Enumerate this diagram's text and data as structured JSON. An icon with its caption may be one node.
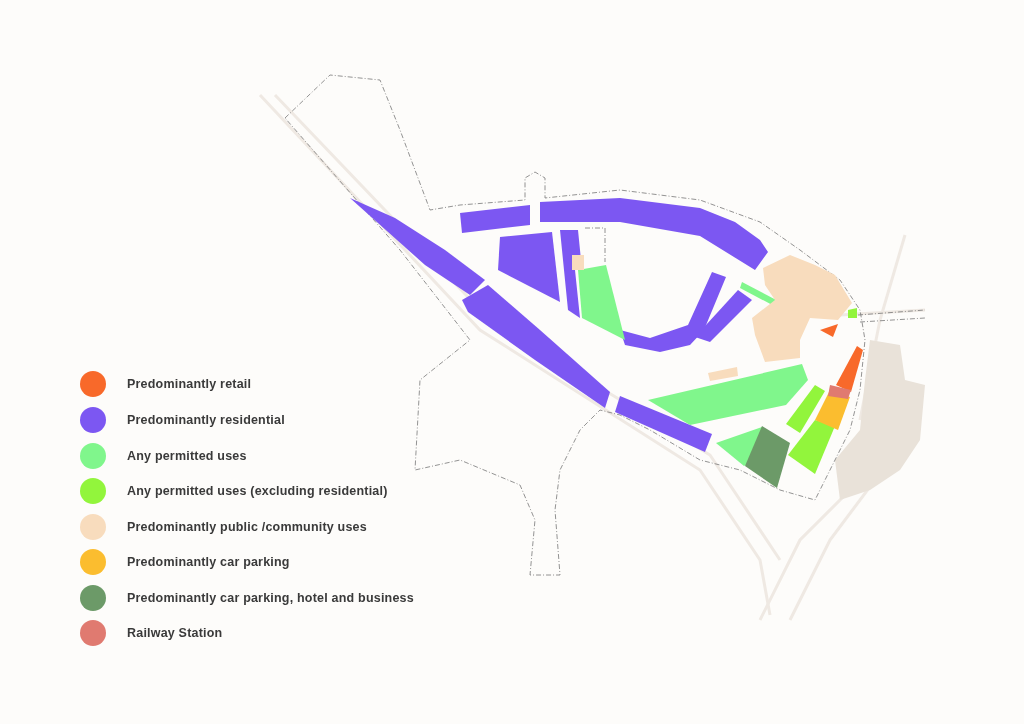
{
  "diagram": {
    "legend": [
      {
        "text": "Predominantly retail",
        "color": "#f8692a"
      },
      {
        "text": "Predominantly residential",
        "color": "#7c57f2"
      },
      {
        "text": "Any permitted uses",
        "color": "#80f68c"
      },
      {
        "text": "Any permitted uses (excluding residential)",
        "color": "#92f53c"
      },
      {
        "text": "Predominantly public /community uses",
        "color": "#f8dcbd"
      },
      {
        "text": "Predominantly car parking",
        "color": "#fbbd2f"
      },
      {
        "text": "Predominantly car parking, hotel and business",
        "color": "#6c9a68"
      },
      {
        "text": "Railway Station",
        "color": "#e07a70"
      }
    ]
  }
}
